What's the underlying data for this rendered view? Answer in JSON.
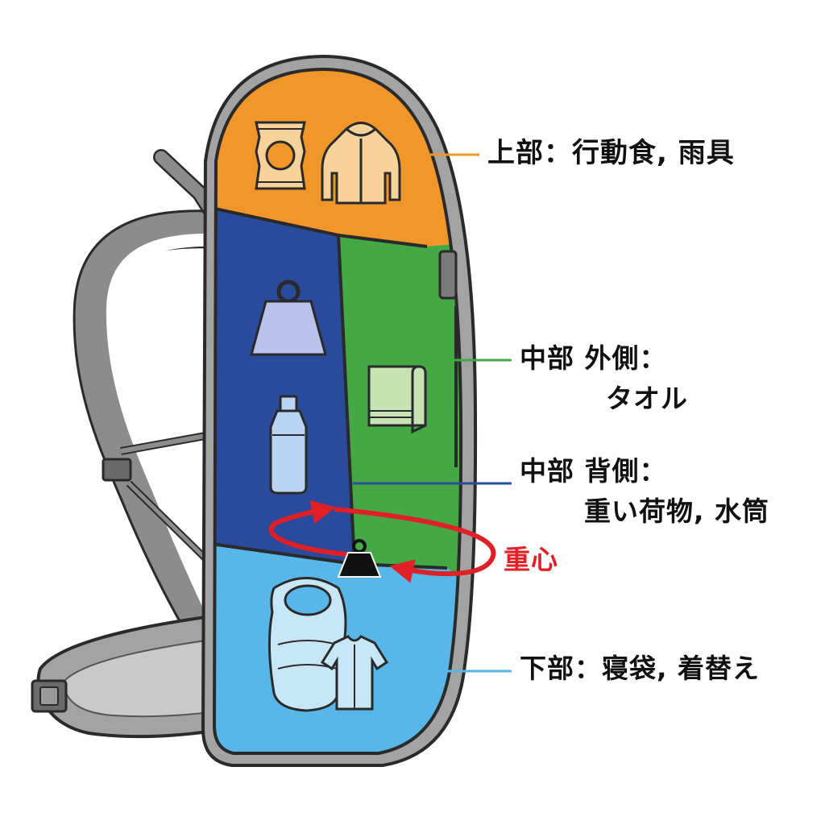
{
  "labels": {
    "top": "上部：行動食, 雨具",
    "middle_outer_line1": "中部 外側：",
    "middle_outer_line2": "タオル",
    "middle_back_line1": "中部 背側：",
    "middle_back_line2": "重い荷物, 水筒",
    "center_of_gravity": "重心",
    "bottom": "下部：寝袋, 着替え"
  },
  "colors": {
    "top_zone": "#f0962a",
    "middle_back_zone": "#2a4a9c",
    "middle_outer_zone": "#44a945",
    "bottom_zone": "#58b6e8",
    "pack_frame": "#a3a3a3",
    "strap": "#8c8c8c",
    "outline": "#2a2a2a",
    "cog_arrow": "#e01f26",
    "cog_text": "#e01f26",
    "top_leader": "#f0962a",
    "middle_outer_leader": "#44a945",
    "middle_back_leader": "#2a4a9c",
    "bottom_leader": "#58b6e8"
  },
  "icons": {
    "top": [
      "snack-bag-icon",
      "rain-jacket-icon"
    ],
    "middle_back": [
      "weight-icon",
      "water-bottle-icon"
    ],
    "middle_outer": [
      "towel-icon"
    ],
    "center": [
      "cog-weight-icon"
    ],
    "bottom": [
      "sleeping-bag-icon",
      "shirt-icon"
    ]
  }
}
